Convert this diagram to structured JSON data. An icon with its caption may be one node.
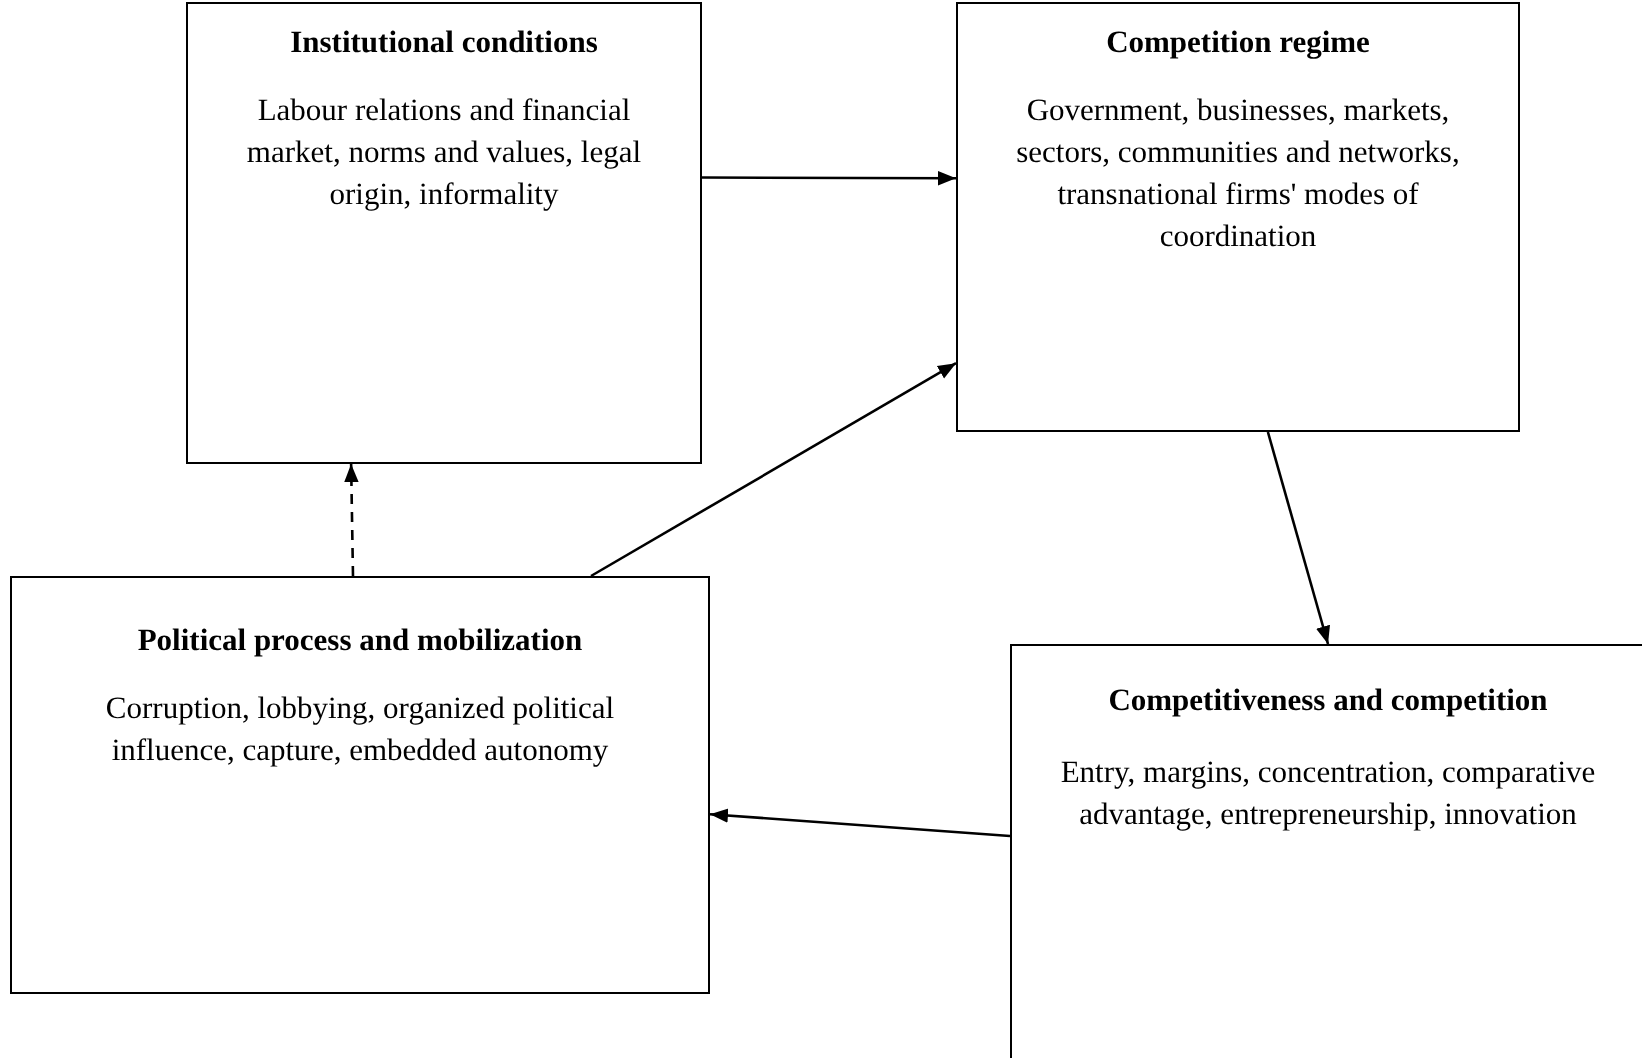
{
  "diagram": {
    "nodes": [
      {
        "text": [
          "Institutional conditions",
          "Labour relations and financial market, norms and values, legal origin, informality"
        ]
      },
      {
        "text": [
          "Competition regime",
          "Government, businesses, markets, sectors, communities and networks, transnational firms' modes of coordination"
        ]
      },
      {
        "text": [
          "Political process and mobilization",
          "Corruption, lobbying, organized political influence, capture, embedded autonomy"
        ]
      },
      {
        "text": [
          "Competitiveness and competition",
          "Entry, margins, concentration, comparative advantage, entrepreneurship, innovation"
        ]
      }
    ],
    "edges": [
      {
        "from": 0,
        "to": 1,
        "arrow": "to"
      },
      {
        "from": 2,
        "to": 1,
        "arrow": "to"
      },
      {
        "from": 2,
        "to": 0,
        "arrow": "to",
        "style": "dashed"
      },
      {
        "from": 1,
        "to": 3,
        "arrow": "to"
      },
      {
        "from": 3,
        "to": 2,
        "arrow": "to"
      }
    ]
  }
}
